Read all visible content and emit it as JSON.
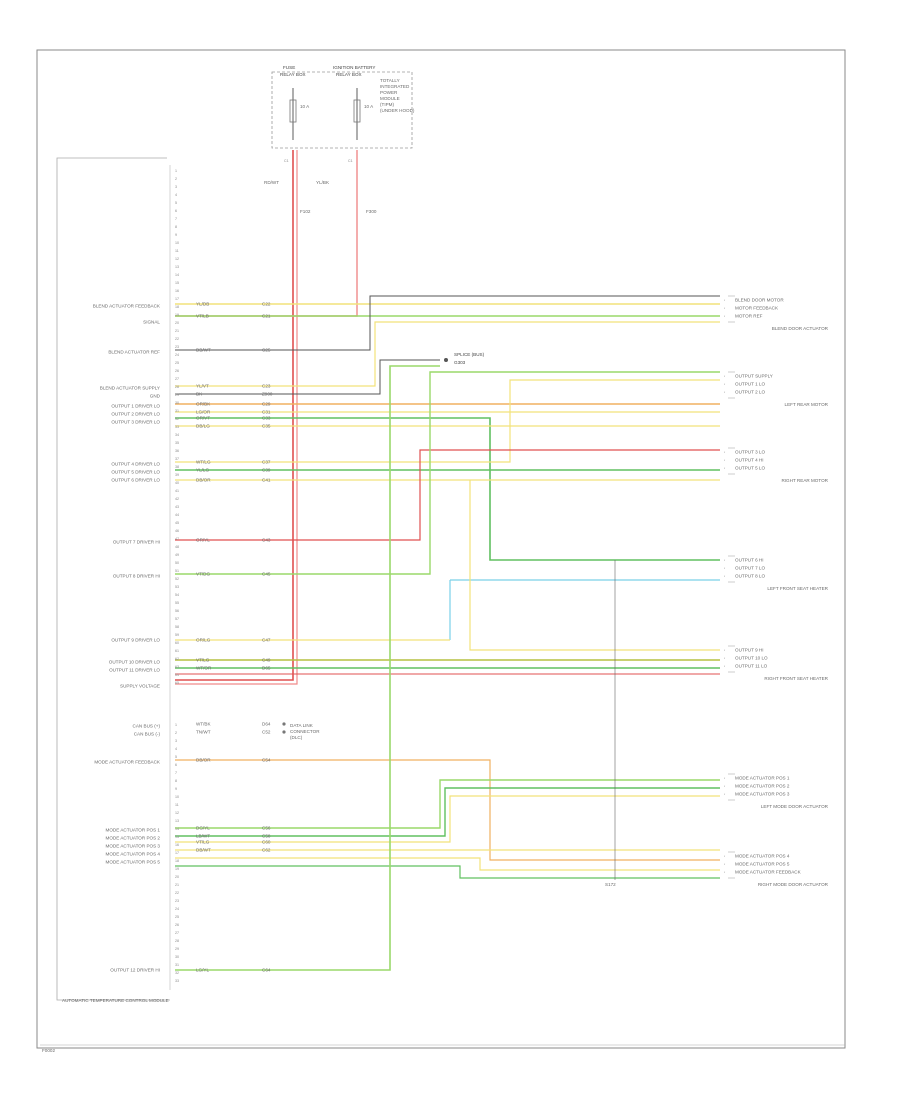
{
  "module": {
    "title": "AUTOMATIC TEMPERATURE CONTROL MODULE",
    "labels": [
      {
        "text": "BLEND ACTUATOR FEEDBACK"
      },
      {
        "text": "SIGNAL"
      },
      {
        "text": "BLEND ACTUATOR REF"
      },
      {
        "text": "BLEND ACTUATOR SUPPLY"
      },
      {
        "text": "GND"
      },
      {
        "text": "OUTPUT 1 DRIVER LO"
      },
      {
        "text": "OUTPUT 2 DRIVER LO"
      },
      {
        "text": "OUTPUT 3 DRIVER LO"
      },
      {
        "text": "OUTPUT 4 DRIVER LO"
      },
      {
        "text": "OUTPUT 5 DRIVER LO"
      },
      {
        "text": "OUTPUT 6 DRIVER LO"
      },
      {
        "text": "OUTPUT 7 DRIVER HI"
      },
      {
        "text": "OUTPUT 8 DRIVER HI"
      },
      {
        "text": "OUTPUT 9 DRIVER LO"
      },
      {
        "text": "OUTPUT 10 DRIVER LO"
      },
      {
        "text": "OUTPUT 11 DRIVER LO"
      },
      {
        "text": "SUPPLY VOLTAGE"
      },
      {
        "text": "CAN BUS (+)"
      },
      {
        "text": "CAN BUS (-)"
      },
      {
        "text": "MODE ACTUATOR FEEDBACK"
      },
      {
        "text": "MODE ACTUATOR POS 1"
      },
      {
        "text": "MODE ACTUATOR POS 2"
      },
      {
        "text": "MODE ACTUATOR POS 3"
      },
      {
        "text": "MODE ACTUATOR POS 4"
      },
      {
        "text": "MODE ACTUATOR POS 5"
      },
      {
        "text": "OUTPUT 12 DRIVER HI"
      }
    ]
  },
  "fuse_block": {
    "fuse_a_name": "FUSE",
    "fuse_a_loc": "RELAY BOX",
    "fuse_b_name": "IGNITION BATTERY",
    "fuse_b_loc": "RELAY BOX",
    "fuse_a_rating": "10 A",
    "fuse_b_rating": "10 A",
    "notes": [
      "TOTALLY",
      "INTEGRATED",
      "POWER",
      "MODULE",
      "(TIPM)",
      "(UNDER HOOD)"
    ],
    "pins": [
      "C1",
      "C1"
    ],
    "wire_a_color": "RD/WT",
    "wire_b_color": "YL/BK",
    "wire_a_circuit": "F102",
    "wire_b_circuit": "F300"
  },
  "wires": [
    {
      "color": "YL/DB",
      "circuit": "C22"
    },
    {
      "color": "VT/LB",
      "circuit": "C21"
    },
    {
      "color": "DB/WT",
      "circuit": "C25"
    },
    {
      "color": "YL/VT",
      "circuit": "C23"
    },
    {
      "color": "BK",
      "circuit": "Z900"
    },
    {
      "color": "OR/BK",
      "circuit": "C29"
    },
    {
      "color": "LG/OR",
      "circuit": "C31"
    },
    {
      "color": "OR/VT",
      "circuit": "C33"
    },
    {
      "color": "DB/LG",
      "circuit": "C35"
    },
    {
      "color": "WT/LG",
      "circuit": "C37"
    },
    {
      "color": "YL/LG",
      "circuit": "C39"
    },
    {
      "color": "DB/OR",
      "circuit": "C41"
    },
    {
      "color": "OR/YL",
      "circuit": "C43"
    },
    {
      "color": "VT/DG",
      "circuit": "C45"
    },
    {
      "color": "OR/LG",
      "circuit": "C47"
    },
    {
      "color": "VT/LG",
      "circuit": "C49"
    },
    {
      "color": "WT/OR",
      "circuit": "D65"
    },
    {
      "color": "WT/BK",
      "circuit": "D64"
    },
    {
      "color": "TN/WT",
      "circuit": "C52"
    },
    {
      "color": "DB/OR",
      "circuit": "C54"
    },
    {
      "color": "DG/YL",
      "circuit": "C56"
    },
    {
      "color": "LB/WT",
      "circuit": "C58"
    },
    {
      "color": "VT/LG",
      "circuit": "C60"
    },
    {
      "color": "DB/WT",
      "circuit": "C62"
    },
    {
      "color": "LG/YL",
      "circuit": "C64"
    }
  ],
  "ground": {
    "label": "SPLICE (BUS)",
    "sub": "G303"
  },
  "can_label": {
    "line1": "DATA LINK",
    "line2": "CONNECTOR",
    "line3": "(DLC)"
  },
  "components": [
    {
      "name": "BLEND ACTUATOR",
      "pins": [
        "BLEND DOOR MOTOR",
        "MOTOR FEEDBACK",
        "MOTOR REF"
      ],
      "caption": "BLEND DOOR ACTUATOR"
    },
    {
      "name": "LEFT REAR",
      "pins": [
        "OUTPUT SUPPLY",
        "OUTPUT 1 LO",
        "OUTPUT 2 LO"
      ],
      "caption": "LEFT REAR MOTOR"
    },
    {
      "name": "RIGHT REAR",
      "pins": [
        "OUTPUT 3 LO",
        "OUTPUT 4 HI",
        "OUTPUT 5 LO"
      ],
      "caption": "RIGHT REAR MOTOR"
    },
    {
      "name": "LEFT FRONT",
      "pins": [
        "OUTPUT 6 HI",
        "OUTPUT 7 LO",
        "OUTPUT 8 LO"
      ],
      "caption": "LEFT FRONT SEAT HEATER"
    },
    {
      "name": "RIGHT FRONT",
      "pins": [
        "OUTPUT 9 HI",
        "OUTPUT 10 LO",
        "OUTPUT 11 LO"
      ],
      "caption": "RIGHT FRONT SEAT HEATER"
    },
    {
      "name": "MODE LEFT",
      "pins": [
        "MODE ACTUATOR POS 1",
        "MODE ACTUATOR POS 2",
        "MODE ACTUATOR POS 3"
      ],
      "caption": "LEFT MODE DOOR ACTUATOR"
    },
    {
      "name": "MODE RIGHT",
      "pins": [
        "MODE ACTUATOR POS 4",
        "MODE ACTUATOR POS 5",
        "MODE ACTUATOR FEEDBACK"
      ],
      "caption": "RIGHT MODE DOOR ACTUATOR"
    }
  ],
  "footer_code": "F0002",
  "splice_label": "S172",
  "colors": {
    "red": "#e05050",
    "pink": "#f08a8a",
    "yellow": "#f2e27a",
    "orange": "#f0b060",
    "green": "#60c060",
    "lightgreen": "#9ad96a",
    "darkgray": "#555555",
    "cyan": "#7ad0e8",
    "olive": "#b5c040"
  }
}
